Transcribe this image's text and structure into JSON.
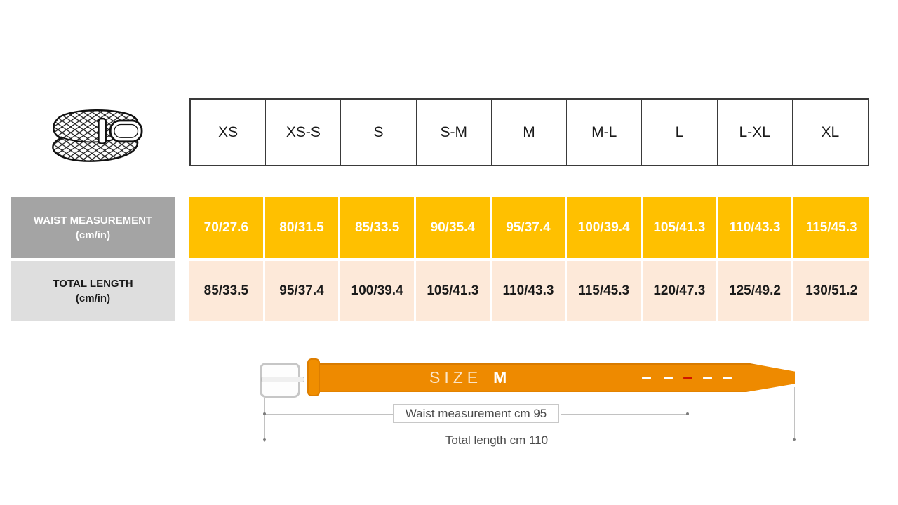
{
  "size_chart": {
    "sizes": [
      "XS",
      "XS-S",
      "S",
      "S-M",
      "M",
      "M-L",
      "L",
      "L-XL",
      "XL"
    ],
    "waist_row": {
      "label": "WAIST MEASUREMENT",
      "unit": "(cm/in)",
      "values": [
        "70/27.6",
        "80/31.5",
        "85/33.5",
        "90/35.4",
        "95/37.4",
        "100/39.4",
        "105/41.3",
        "110/43.3",
        "115/45.3"
      ]
    },
    "length_row": {
      "label": "TOTAL LENGTH",
      "unit": "(cm/in)",
      "values": [
        "85/33.5",
        "95/37.4",
        "100/39.4",
        "105/41.3",
        "110/43.3",
        "115/45.3",
        "120/47.3",
        "125/49.2",
        "130/51.2"
      ]
    }
  },
  "diagram": {
    "size_word": "SIZE",
    "size_value": "M",
    "waist_caption": "Waist measurement cm 95",
    "total_caption": "Total length cm 110"
  },
  "icons": {
    "belt_illustration": "braided-belt-icon",
    "selected_hole": "red-dash-marker"
  },
  "colors": {
    "waist_row_bg": "#ffc000",
    "length_row_bg": "#fde9d9",
    "waist_label_bg": "#a4a4a4",
    "length_label_bg": "#dedede",
    "belt_orange": "#ee8a00",
    "selected_hole_red": "#ce1500",
    "header_border": "#3a3a3a",
    "dimension_line": "#c2c2c2",
    "caption_text": "#4a4a4a"
  }
}
